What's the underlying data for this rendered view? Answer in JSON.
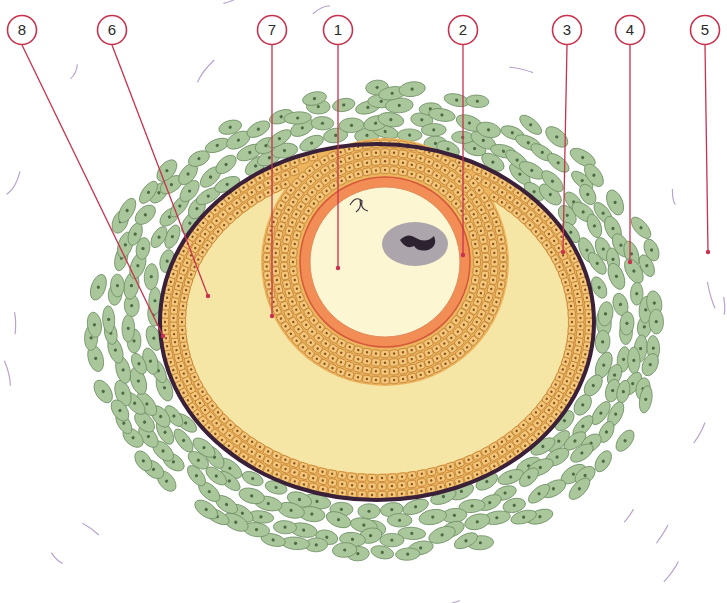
{
  "diagram": {
    "labels": [
      "8",
      "6",
      "7",
      "1",
      "2",
      "3",
      "4",
      "5"
    ]
  }
}
